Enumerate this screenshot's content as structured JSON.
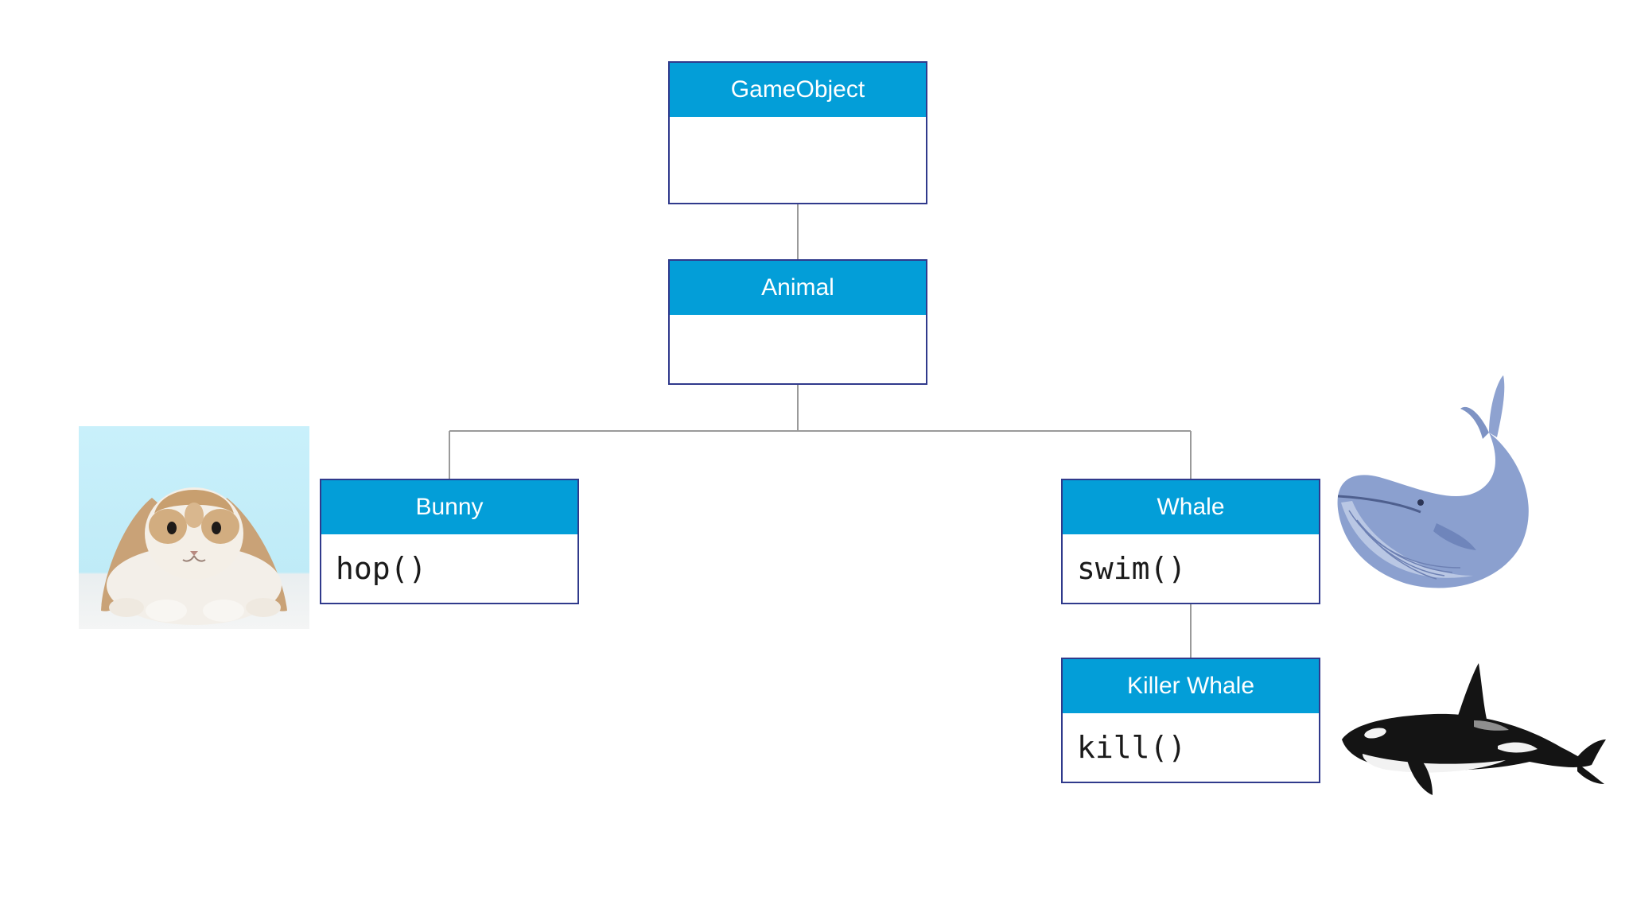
{
  "diagram": {
    "classes": [
      {
        "id": "gameobject",
        "name": "GameObject",
        "method": ""
      },
      {
        "id": "animal",
        "name": "Animal",
        "method": ""
      },
      {
        "id": "bunny",
        "name": "Bunny",
        "method": "hop()"
      },
      {
        "id": "whale",
        "name": "Whale",
        "method": "swim()"
      },
      {
        "id": "killer_whale",
        "name": "Killer Whale",
        "method": "kill()"
      }
    ],
    "relations": [
      {
        "parent": "GameObject",
        "child": "Animal"
      },
      {
        "parent": "Animal",
        "child": "Bunny"
      },
      {
        "parent": "Animal",
        "child": "Whale"
      },
      {
        "parent": "Whale",
        "child": "Killer Whale"
      }
    ],
    "illustrations": [
      "bunny-photo",
      "whale-illustration",
      "killer-whale-illustration"
    ],
    "colors": {
      "header": "#039ed8",
      "border": "#303a8c",
      "connector": "#9a9a9a"
    }
  }
}
